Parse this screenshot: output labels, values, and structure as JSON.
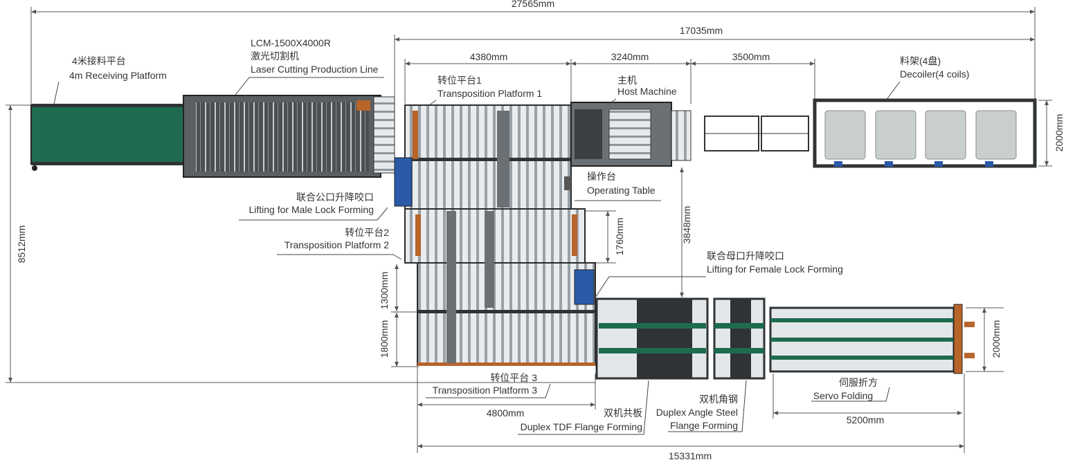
{
  "dimensions": {
    "total_length": "27565mm",
    "line_length": "17035mm",
    "transposition1_length": "4380mm",
    "host_length": "3240mm",
    "gap_length": "3500mm",
    "decoiler_width": "2000mm",
    "total_width": "8512mm",
    "platform2_width": "1760mm",
    "host_to_flange": "3848mm",
    "platform3_upper": "1300mm",
    "platform3_lower": "1800mm",
    "folding_width": "2000mm",
    "platform3_length": "4800mm",
    "folding_length": "5200mm",
    "lower_line_length": "15331mm"
  },
  "labels": {
    "receiving_cn": "4米接料平台",
    "receiving_en": "4m Receiving Platform",
    "laser_model": "LCM-1500X4000R",
    "laser_cn": "激光切割机",
    "laser_en": "Laser Cutting Production Line",
    "tp1_cn": "转位平台1",
    "tp1_en": "Transposition Platform 1",
    "host_cn": "主机",
    "host_en": "Host Machine",
    "decoiler_cn": "料架(4盘)",
    "decoiler_en": "Decoiler(4 coils)",
    "male_cn": "联合公口升降咬口",
    "male_en": "Lifting  for Male Lock Forming",
    "optable_cn": "操作台",
    "optable_en": "Operating Table",
    "tp2_cn": "转位平台2",
    "tp2_en": "Transposition Platform 2",
    "female_cn": "联合母口升降咬口",
    "female_en": "Lifting for Female Lock Forming",
    "tp3_cn": "转位平台 3",
    "tp3_en": "Transposition Platform 3",
    "servo_cn": "伺服折方",
    "servo_en": "Servo Folding",
    "angle_cn": "双机角钢",
    "angle_en1": "Duplex Angle Steel",
    "angle_en2": "Flange Forming",
    "tdf_cn": "双机共板",
    "tdf_en": "Duplex TDF Flange Forming"
  },
  "colors": {
    "conveyor_green": "#1f6b4f",
    "frame_dark": "#2f3336",
    "coil_gray": "#c9cfcf",
    "motor_blue": "#2a5aa8",
    "accent_orange": "#b8642a"
  }
}
